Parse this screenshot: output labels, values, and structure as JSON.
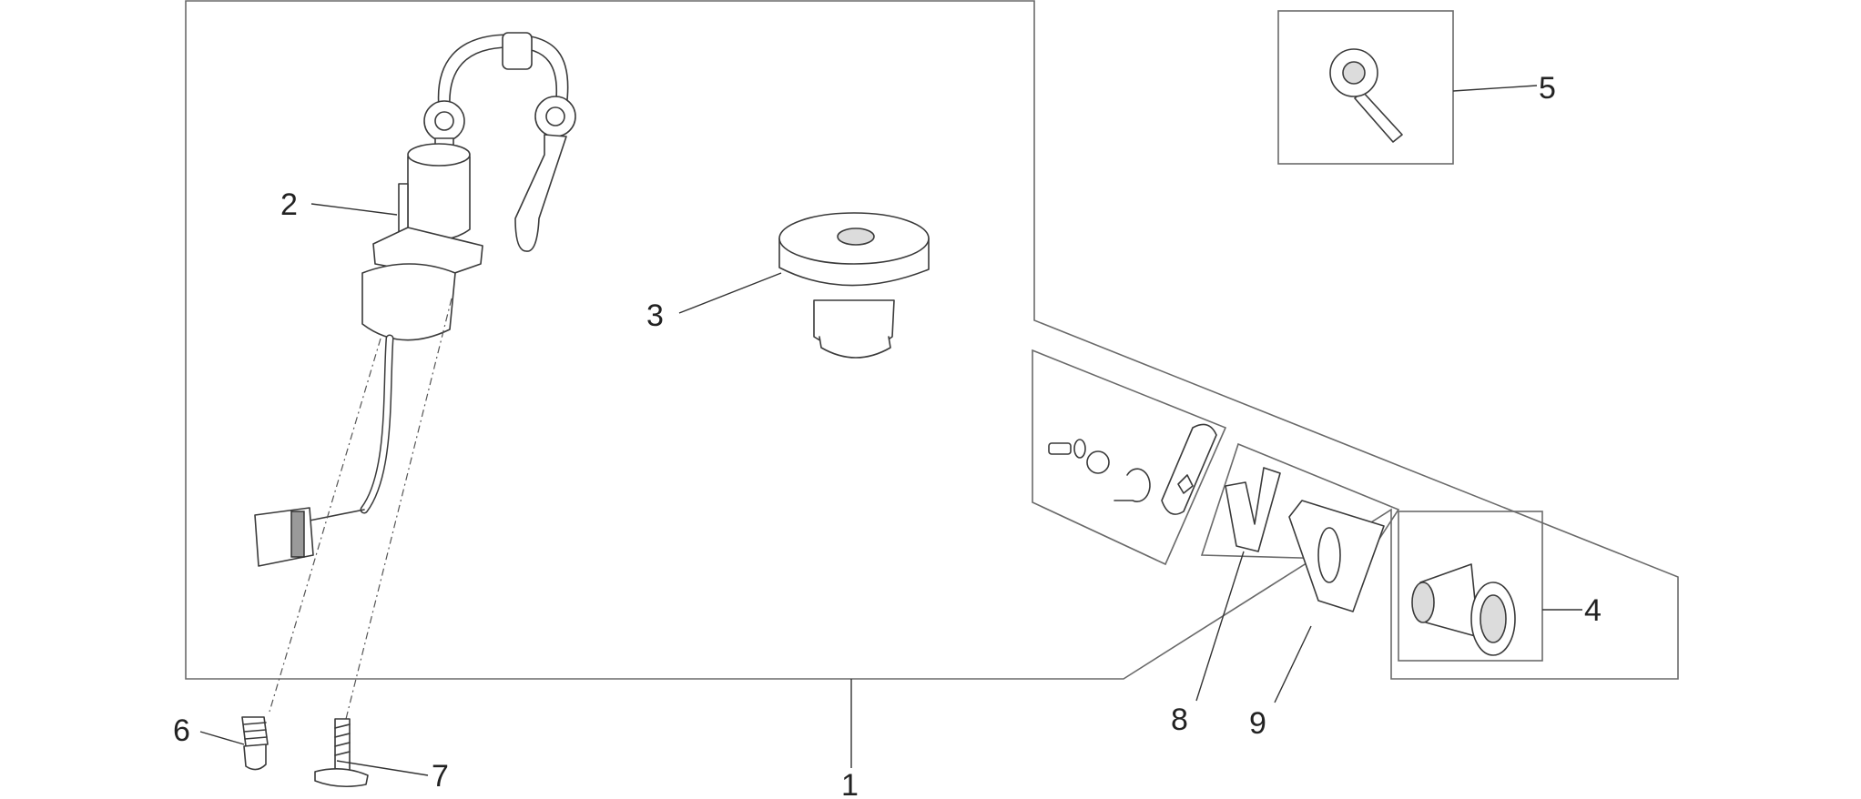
{
  "callouts": [
    {
      "id": "1",
      "label": "1"
    },
    {
      "id": "2",
      "label": "2"
    },
    {
      "id": "3",
      "label": "3"
    },
    {
      "id": "4",
      "label": "4"
    },
    {
      "id": "5",
      "label": "5"
    },
    {
      "id": "6",
      "label": "6"
    },
    {
      "id": "7",
      "label": "7"
    },
    {
      "id": "8",
      "label": "8"
    },
    {
      "id": "9",
      "label": "9"
    }
  ],
  "colors": {
    "stroke": "#3a3a3a",
    "frame": "#6a6a6a",
    "background": "#ffffff"
  }
}
